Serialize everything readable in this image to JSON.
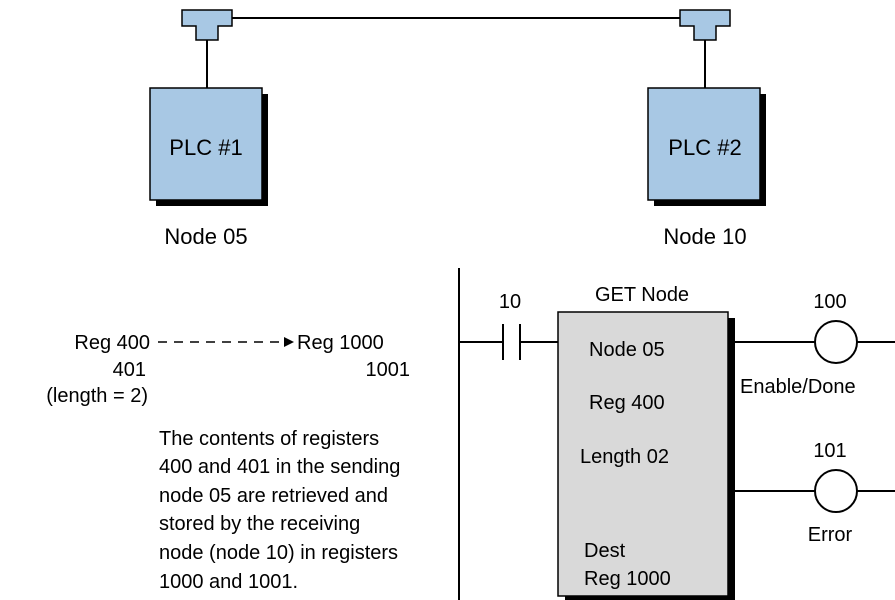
{
  "colors": {
    "plc_fill": "#a8c8e4",
    "line": "#000000",
    "box_fill": "#d9d9d9",
    "shadow": "#000000"
  },
  "network": {
    "plc1": {
      "label": "PLC #1",
      "node": "Node 05"
    },
    "plc2": {
      "label": "PLC #2",
      "node": "Node 10"
    }
  },
  "transfer": {
    "src_reg": "Reg 400",
    "src_reg2": "401",
    "length": "(length = 2)",
    "dst_reg": "Reg 1000",
    "dst_reg2": "1001"
  },
  "description": [
    "The contents of registers",
    "400 and 401 in the sending",
    "node 05 are retrieved and",
    "stored by the receiving",
    "node (node 10) in registers",
    "1000 and 1001."
  ],
  "ladder": {
    "contact_label": "10",
    "block_title": "GET Node",
    "block_lines": [
      "Node  05",
      "Reg  400",
      "Length  02",
      "Dest",
      "Reg  1000"
    ],
    "coil1": {
      "address": "100",
      "label": "Enable/Done"
    },
    "coil2": {
      "address": "101",
      "label": "Error"
    }
  }
}
